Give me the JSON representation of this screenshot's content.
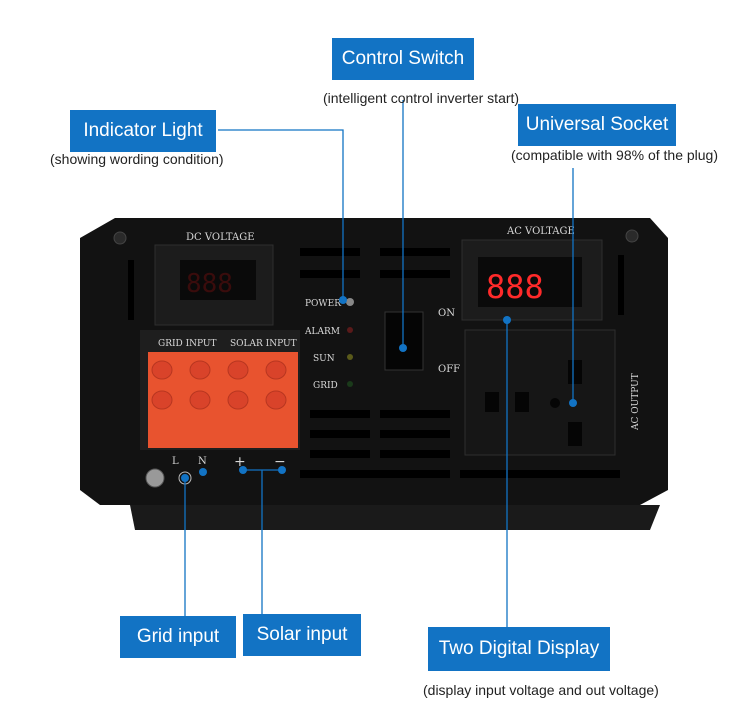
{
  "callouts": {
    "control_switch": {
      "title": "Control Switch",
      "caption": "(intelligent control inverter start)"
    },
    "indicator_light": {
      "title": "Indicator Light",
      "caption": "(showing wording condition)"
    },
    "universal_socket": {
      "title": "Universal Socket",
      "caption": "(compatible with 98% of the plug)"
    },
    "grid_input": {
      "title": "Grid input"
    },
    "solar_input": {
      "title": "Solar input"
    },
    "digital_display": {
      "title": "Two Digital Display",
      "caption": "(display input voltage and out voltage)"
    }
  },
  "panel": {
    "dc_voltage_label": "DC VOLTAGE",
    "ac_voltage_label": "AC VOLTAGE",
    "dc_display_value": "888",
    "ac_display_value": "888",
    "grid_input_label": "GRID INPUT",
    "solar_input_label": "SOLAR INPUT",
    "indicators": [
      "POWER",
      "ALARM",
      "SUN",
      "GRID"
    ],
    "switch_on": "ON",
    "switch_off": "OFF",
    "ac_output_label": "AC OUTPUT",
    "terminal_l": "L",
    "terminal_n": "N",
    "terminal_plus": "+",
    "terminal_minus": "−"
  },
  "colors": {
    "callout_blue": "#1273c4",
    "panel_black": "#111111",
    "terminal_red": "#e8532f",
    "display_red": "#ff2a2a"
  }
}
